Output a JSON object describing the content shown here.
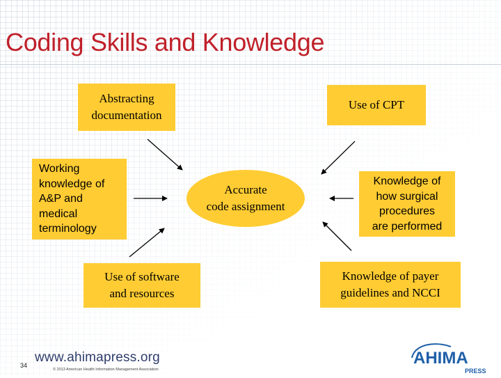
{
  "slide": {
    "title": "Coding Skills and Knowledge",
    "number": "34"
  },
  "diagram": {
    "center": "Accurate\ncode assignment",
    "nodes": {
      "abstracting": "Abstracting\ndocumentation",
      "cpt": "Use of CPT",
      "working_knowledge": "Working\nknowledge of\nA&P and\nmedical\nterminology",
      "surgical": "Knowledge of\nhow surgical\nprocedures\nare performed",
      "software": "Use of software\nand resources",
      "payer": "Knowledge of payer\nguidelines and NCCI"
    }
  },
  "footer": {
    "url": "www.ahimapress.org",
    "copyright": "© 2013 American Health Information Management Association",
    "logo_text": "AHIMA",
    "logo_subtext": "PRESS"
  },
  "colors": {
    "title": "#c0202a",
    "box_fill": "#ffcc33",
    "footer_text": "#2e3d6b",
    "logo_blue": "#1f5fa8"
  }
}
